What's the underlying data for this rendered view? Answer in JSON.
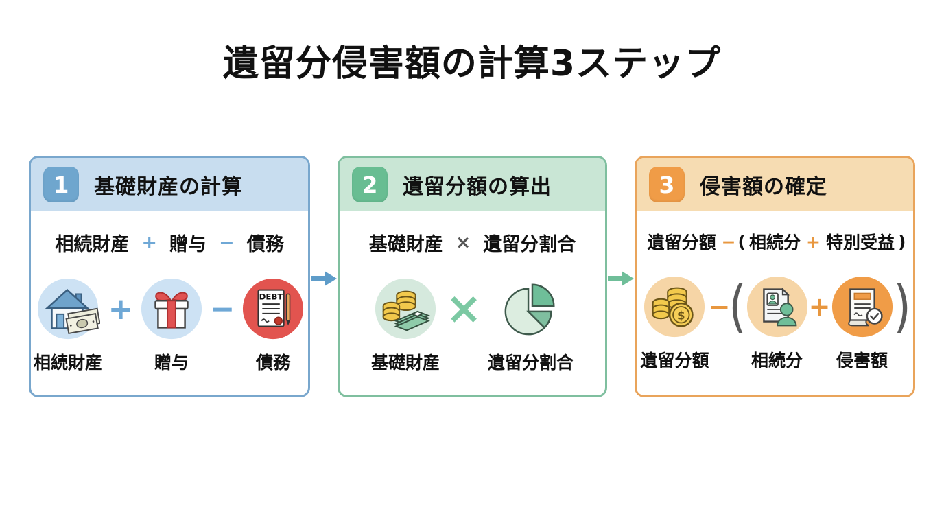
{
  "title": "遺留分侵害額の計算3ステップ",
  "colors": {
    "step1_accent": "#79A7CD",
    "step2_accent": "#7FBF9F",
    "step3_accent": "#E9A45B",
    "arrow1": "#5E9CC9",
    "arrow2": "#6FBE99"
  },
  "steps": [
    {
      "number": "1",
      "title": "基礎財産の計算",
      "formula": {
        "t1": "相続財産",
        "op1": "+",
        "t2": "贈与",
        "op2": "−",
        "t3": "債務"
      },
      "iconops": {
        "op1": "+",
        "op2": "−"
      },
      "items": {
        "i1": "相続財産",
        "i2": "贈与",
        "i3": "債務"
      }
    },
    {
      "number": "2",
      "title": "遺留分額の算出",
      "formula": {
        "t1": "基礎財産",
        "op1": "×",
        "t2": "遺留分割合"
      },
      "iconops": {
        "op1": "×"
      },
      "items": {
        "i1": "基礎財産",
        "i2": "遺留分割合"
      }
    },
    {
      "number": "3",
      "title": "侵害額の確定",
      "formula": {
        "t1": "遺留分額",
        "op1": "−",
        "lparen": "(",
        "t2": "相続分",
        "op2": "+",
        "t3": "特別受益",
        "rparen": ")"
      },
      "iconops": {
        "op1": "−",
        "op2": "+",
        "lparen": "(",
        "rparen": ")"
      },
      "items": {
        "i1": "遺留分額",
        "i2": "相続分",
        "i3": "侵害額"
      }
    }
  ],
  "icon_texts": {
    "debt": "DEBT",
    "dollar": "$"
  }
}
